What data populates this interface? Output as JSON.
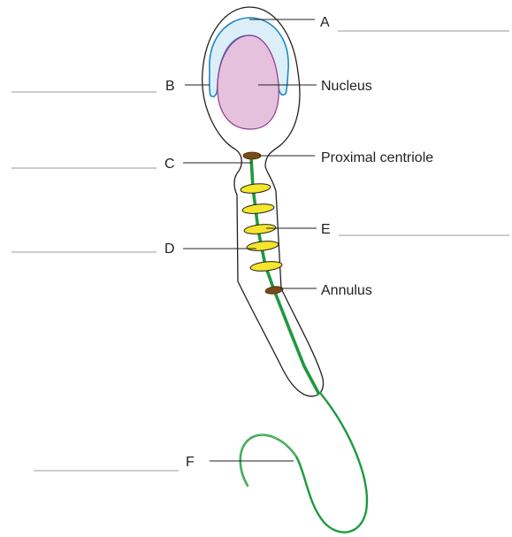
{
  "labels": {
    "a": "A",
    "b": "B",
    "c": "C",
    "d": "D",
    "e": "E",
    "f": "F",
    "nucleus": "Nucleus",
    "proximal_centriole": "Proximal centriole",
    "annulus": "Annulus"
  },
  "colors": {
    "outline": "#231f20",
    "acrosome_fill": "#dceff9",
    "acrosome_stroke": "#1e88c8",
    "nucleus_fill": "#e6c1dd",
    "nucleus_stroke": "#8e3a8e",
    "centriole": "#7a4a1a",
    "mitochondria_fill": "#f4e62a",
    "mitochondria_stroke": "#231f20",
    "axoneme": "#1f9a3f",
    "tail_end": "#5bbf6a",
    "answer_line": "#9a9a9a"
  }
}
